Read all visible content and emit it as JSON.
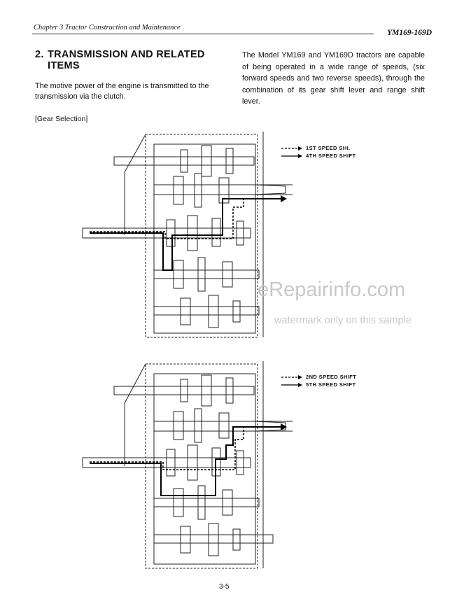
{
  "header": {
    "chapter": "Chapter 3  Tractor Construction and Maintenance",
    "model": "YM169-169D"
  },
  "section": {
    "number": "2.",
    "title_line1": "TRANSMISSION AND RELATED",
    "title_line2": "ITEMS",
    "intro": "The motive power of the engine is transmitted to the transmission via the clutch.",
    "right_paragraph": "The Model YM169 and YM169D tractors are capable of being operated in a wide range of speeds, (six forward speeds and two reverse speeds), through the combination of its gear shift lever and range shift lever."
  },
  "subheading": "[Gear Selection]",
  "diagrams": [
    {
      "legend": [
        {
          "line": "dashed",
          "label": "1ST SPEED SHI."
        },
        {
          "line": "solid",
          "label": "4TH SPEED SHIFT"
        }
      ]
    },
    {
      "legend": [
        {
          "line": "dashed",
          "label": "2ND SPEED SHIFT"
        },
        {
          "line": "solid",
          "label": "5TH SPEED SHIFT"
        }
      ]
    }
  ],
  "watermark": {
    "line1": "eRepairinfo.com",
    "line2": "watermark only on this sample"
  },
  "page_number": "3-5"
}
